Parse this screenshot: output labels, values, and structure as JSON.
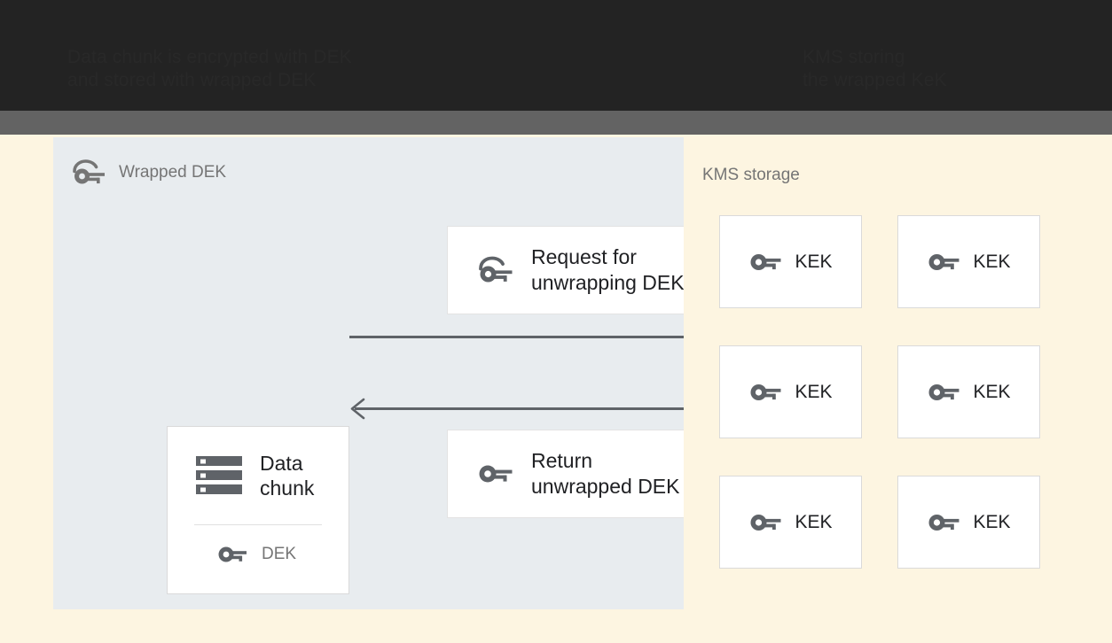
{
  "banner": {
    "caption_left": "Data chunk is encrypted with DEK\nand stored with wrapped DEK",
    "caption_right": "KMS storing\nthe wrapped KeK",
    "dark_bar_color": "#232323",
    "grey_bar_color": "#636363"
  },
  "canvas": {
    "background_color": "#fdf5e1"
  },
  "client_panel": {
    "title": "Wrapped DEK",
    "title_icon": "wrapped-key-icon",
    "background_color": "#e8ecef",
    "data_chunk": {
      "icon": "server-stack-icon",
      "label": "Data\nchunk",
      "key_icon": "key-icon",
      "key_label": "DEK"
    },
    "messages": [
      {
        "icon": "wrapped-key-icon",
        "text": "Request for\nunwrapping DEK",
        "direction": "right"
      },
      {
        "icon": "key-icon",
        "text": "Return\nunwrapped DEK",
        "direction": "left"
      }
    ]
  },
  "kms_panel": {
    "title": "KMS storage",
    "keys": [
      {
        "icon": "key-icon",
        "label": "KEK"
      },
      {
        "icon": "key-icon",
        "label": "KEK"
      },
      {
        "icon": "key-icon",
        "label": "KEK"
      },
      {
        "icon": "key-icon",
        "label": "KEK"
      },
      {
        "icon": "key-icon",
        "label": "KEK"
      },
      {
        "icon": "key-icon",
        "label": "KEK"
      }
    ]
  },
  "colors": {
    "icon_grey": "#5f6368",
    "text_dark": "#202124",
    "text_muted": "#757575",
    "card_border": "#dadada",
    "band_grey": "#dedede",
    "arrow": "#5f6368"
  }
}
